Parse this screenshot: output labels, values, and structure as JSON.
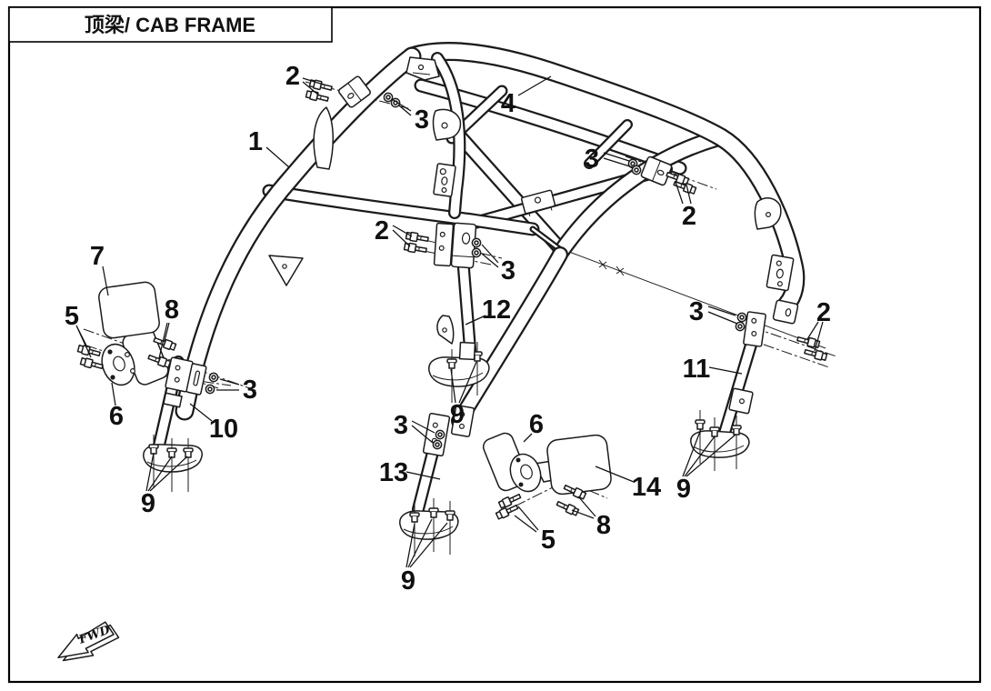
{
  "title": "顶梁/ CAB FRAME",
  "orientation_marker": "FWD",
  "colors": {
    "ink": "#1b1b1b",
    "background": "#ffffff"
  },
  "callouts": [
    {
      "label": "1"
    },
    {
      "label": "2"
    },
    {
      "label": "3"
    },
    {
      "label": "4"
    },
    {
      "label": "3"
    },
    {
      "label": "2"
    },
    {
      "label": "3"
    },
    {
      "label": "2"
    },
    {
      "label": "7"
    },
    {
      "label": "5"
    },
    {
      "label": "8"
    },
    {
      "label": "6"
    },
    {
      "label": "3"
    },
    {
      "label": "10"
    },
    {
      "label": "9"
    },
    {
      "label": "2"
    },
    {
      "label": "3"
    },
    {
      "label": "12"
    },
    {
      "label": "9"
    },
    {
      "label": "3"
    },
    {
      "label": "6"
    },
    {
      "label": "13"
    },
    {
      "label": "14"
    },
    {
      "label": "8"
    },
    {
      "label": "5"
    },
    {
      "label": "9"
    },
    {
      "label": "9"
    },
    {
      "label": "11"
    }
  ]
}
